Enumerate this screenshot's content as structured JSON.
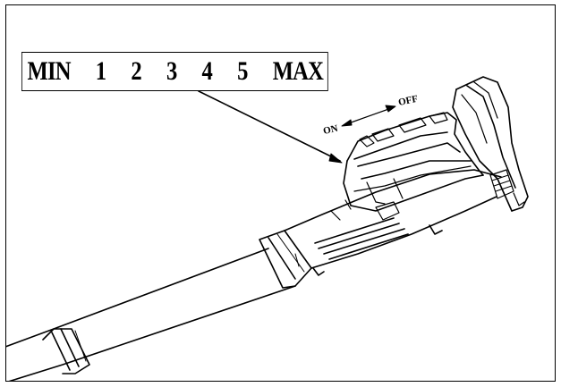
{
  "speed_scale": {
    "labels": [
      "MIN",
      "1",
      "2",
      "3",
      "4",
      "5",
      "MAX"
    ]
  },
  "switch": {
    "on_label": "ON",
    "off_label": "OFF"
  }
}
